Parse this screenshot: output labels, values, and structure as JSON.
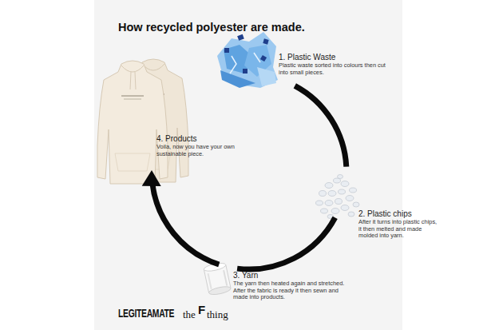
{
  "diagram": {
    "title": "How recycled polyester are made.",
    "nodes": [
      {
        "text": [
          "1. Plastic Waste",
          "Plastic waste sorted into colours then cut into small pieces."
        ]
      },
      {
        "text": [
          "2. Plastic chips",
          "After it turns into plastic chips, it then melted and made molded into yarn."
        ]
      },
      {
        "text": [
          "3. Yarn",
          "The yarn then heated again and stretched. After the fabric is ready it then sewn and made into products."
        ]
      },
      {
        "text": [
          "4. Products",
          "Voila, now you have your own sustainable piece."
        ]
      }
    ],
    "edges": [
      {
        "from": 0,
        "to": 1,
        "arrow": "none"
      },
      {
        "from": 1,
        "to": 2,
        "arrow": "none"
      },
      {
        "from": 2,
        "to": 3,
        "arrow": "to"
      }
    ],
    "labels": [
      "LEGITEAMATE",
      "the",
      "F",
      "thing"
    ]
  }
}
